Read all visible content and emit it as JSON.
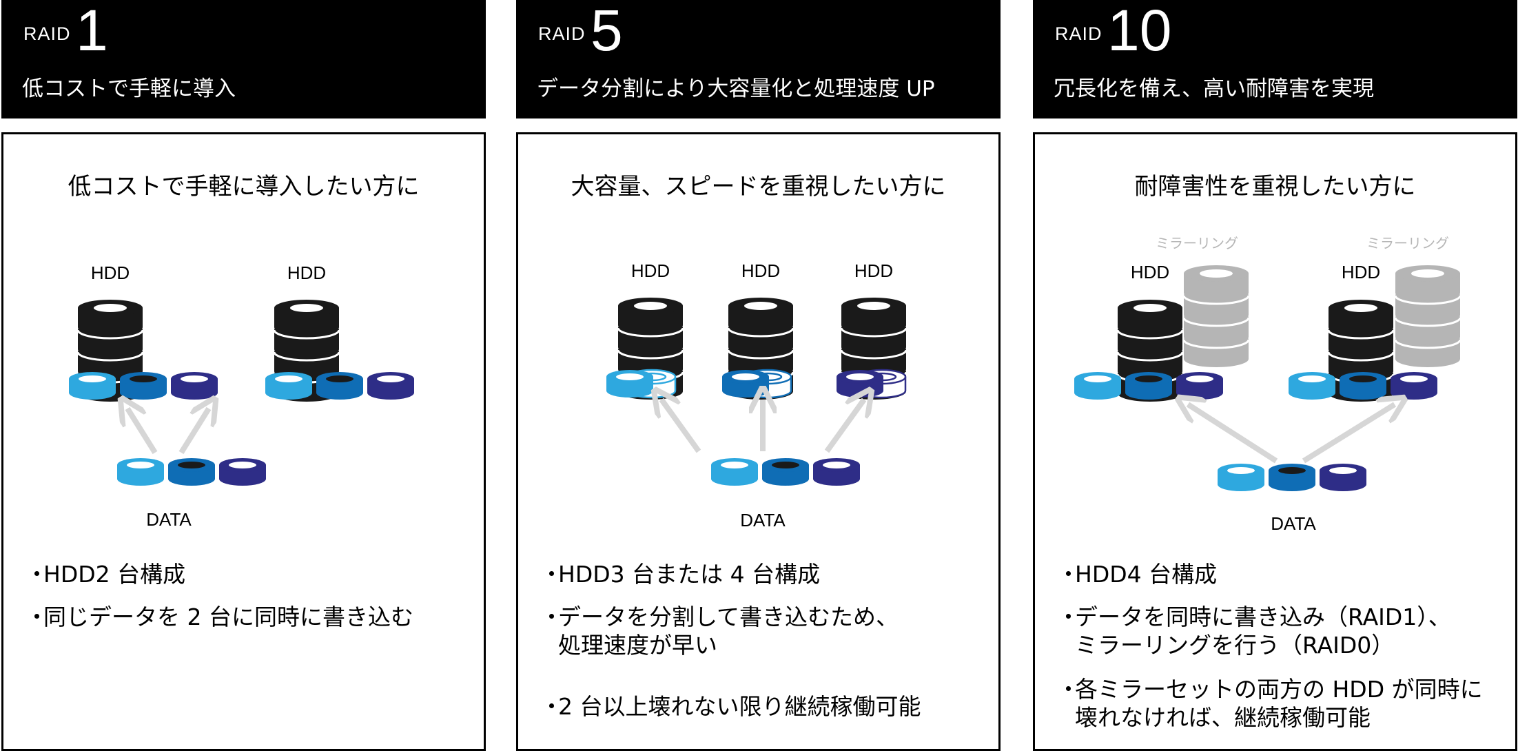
{
  "colors": {
    "cyan": "#2ea8df",
    "blue": "#0f6db5",
    "navy": "#2e2d87",
    "disk": "#1a1a1a",
    "mirror": "#b5b5b5",
    "arrow": "#d6d6d6"
  },
  "columns": [
    {
      "raid_word": "RAID",
      "raid_number": "1",
      "subtitle": "低コストで手軽に導入",
      "panel_title": "低コストで手軽に導入したい方に",
      "hdd_label": "HDD",
      "data_label": "DATA",
      "bullets": [
        {
          "lines": [
            "HDD2 台構成"
          ]
        },
        {
          "lines": [
            "同じデータを 2 台に同時に書き込む"
          ]
        }
      ]
    },
    {
      "raid_word": "RAID",
      "raid_number": "5",
      "subtitle": "データ分割により大容量化と処理速度 UP",
      "panel_title": "大容量、スピードを重視したい方に",
      "hdd_label": "HDD",
      "data_label": "DATA",
      "bullets": [
        {
          "lines": [
            "HDD3 台または 4 台構成"
          ]
        },
        {
          "lines": [
            "データを分割して書き込むため、",
            "処理速度が早い"
          ]
        },
        {
          "lines": [
            "2 台以上壊れない限り継続稼働可能"
          ]
        }
      ]
    },
    {
      "raid_word": "RAID",
      "raid_number": "10",
      "subtitle": "冗長化を備え、高い耐障害を実現",
      "panel_title": "耐障害性を重視したい方に",
      "hdd_label": "HDD",
      "mirror_label": "ミラーリング",
      "data_label": "DATA",
      "bullets": [
        {
          "lines": [
            "HDD4 台構成"
          ]
        },
        {
          "lines": [
            "データを同時に書き込み（RAID1）、",
            "ミラーリングを行う（RAID0）"
          ]
        },
        {
          "lines": [
            "各ミラーセットの両方の HDD が同時に",
            "壊れなければ、継続稼働可能"
          ]
        }
      ]
    }
  ]
}
